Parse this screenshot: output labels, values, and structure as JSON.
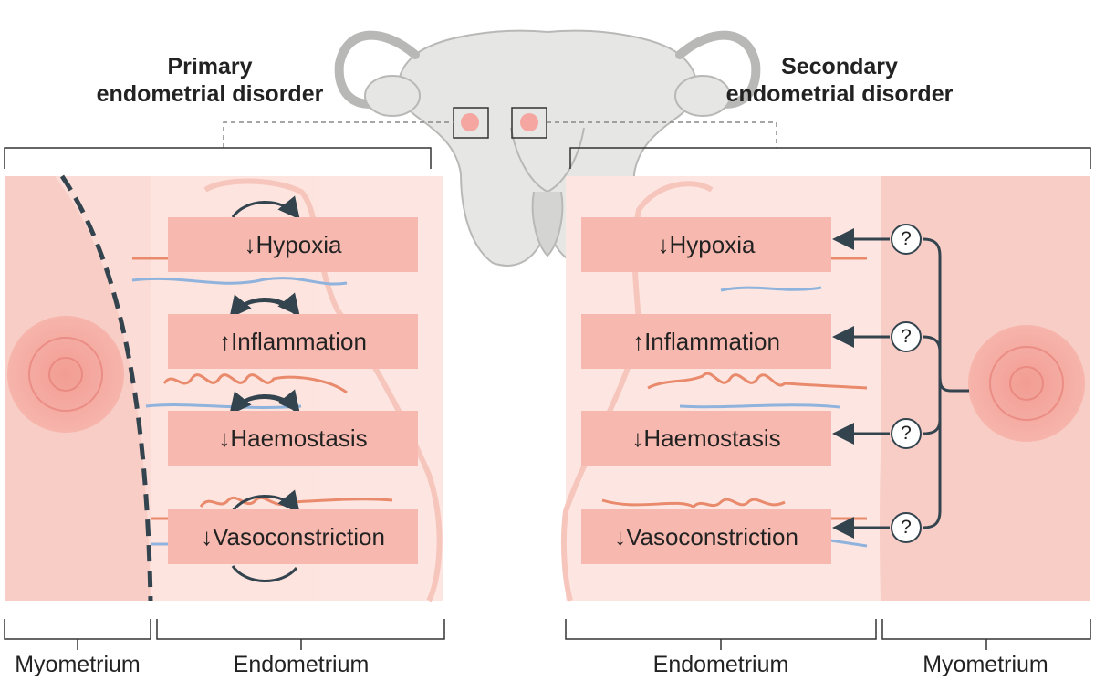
{
  "left": {
    "title_line1": "Primary",
    "title_line2": "endometrial disorder",
    "boxes": [
      "↓Hypoxia",
      "↑Inflammation",
      "↓Haemostasis",
      "↓Vasoconstriction"
    ],
    "label_myometrium": "Myometrium",
    "label_endometrium": "Endometrium"
  },
  "right": {
    "title_line1": "Secondary",
    "title_line2": "endometrial disorder",
    "boxes": [
      "↓Hypoxia",
      "↑Inflammation",
      "↓Haemostasis",
      "↓Vasoconstriction"
    ],
    "label_endometrium": "Endometrium",
    "label_myometrium": "Myometrium",
    "question_mark": "?"
  },
  "colors": {
    "myometrium": "#f8cdc6",
    "endometrium": "#fde6e1",
    "box": "#f7b9af",
    "arrow": "#33444f",
    "artery": "#e98a6c",
    "vein": "#8fb3dc",
    "uterus": "#e6e6e4"
  }
}
